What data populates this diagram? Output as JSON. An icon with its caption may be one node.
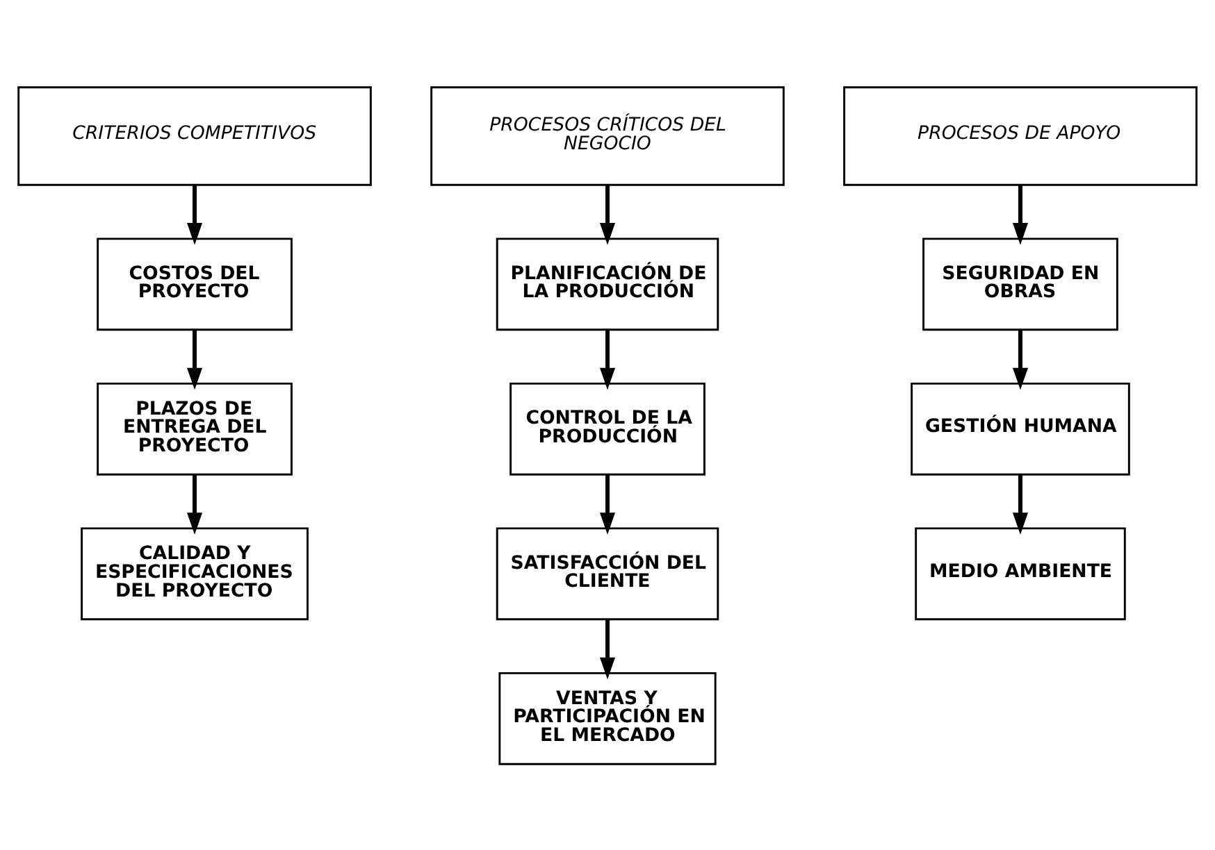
{
  "diagram": {
    "nodes": [
      {
        "text": [
          "CRITERIOS COMPETITIVOS"
        ]
      },
      {
        "text": [
          "PROCESOS CRÍTICOS DEL NEGOCIO"
        ]
      },
      {
        "text": [
          "PROCESOS DE APOYO"
        ]
      },
      {
        "text": [
          "COSTOS DEL PROYECTO"
        ]
      },
      {
        "text": [
          "PLAZOS DE ENTREGA DEL PROYECTO"
        ]
      },
      {
        "text": [
          "CALIDAD Y ESPECIFICACIONES DEL PROYECTO"
        ]
      },
      {
        "text": [
          "PLANIFICACIÓN DE LA PRODUCCIÓN"
        ]
      },
      {
        "text": [
          "CONTROL DE LA PRODUCCIÓN"
        ]
      },
      {
        "text": [
          "SATISFACCIÓN DEL CLIENTE"
        ]
      },
      {
        "text": [
          "VENTAS Y PARTICIPACIÓN EN EL MERCADO"
        ]
      },
      {
        "text": [
          "SEGURIDAD EN OBRAS"
        ]
      },
      {
        "text": [
          "GESTIÓN HUMANA"
        ]
      },
      {
        "text": [
          "MEDIO AMBIENTE"
        ]
      }
    ],
    "edges": [
      {
        "from": 0,
        "to": 3,
        "arrow": "to"
      },
      {
        "from": 3,
        "to": 4,
        "arrow": "to"
      },
      {
        "from": 4,
        "to": 5,
        "arrow": "to"
      },
      {
        "from": 1,
        "to": 6,
        "arrow": "to"
      },
      {
        "from": 6,
        "to": 7,
        "arrow": "to"
      },
      {
        "from": 7,
        "to": 8,
        "arrow": "to"
      },
      {
        "from": 8,
        "to": 9,
        "arrow": "to"
      },
      {
        "from": 2,
        "to": 10,
        "arrow": "to"
      },
      {
        "from": 10,
        "to": 11,
        "arrow": "to"
      },
      {
        "from": 11,
        "to": 12,
        "arrow": "to"
      }
    ]
  }
}
